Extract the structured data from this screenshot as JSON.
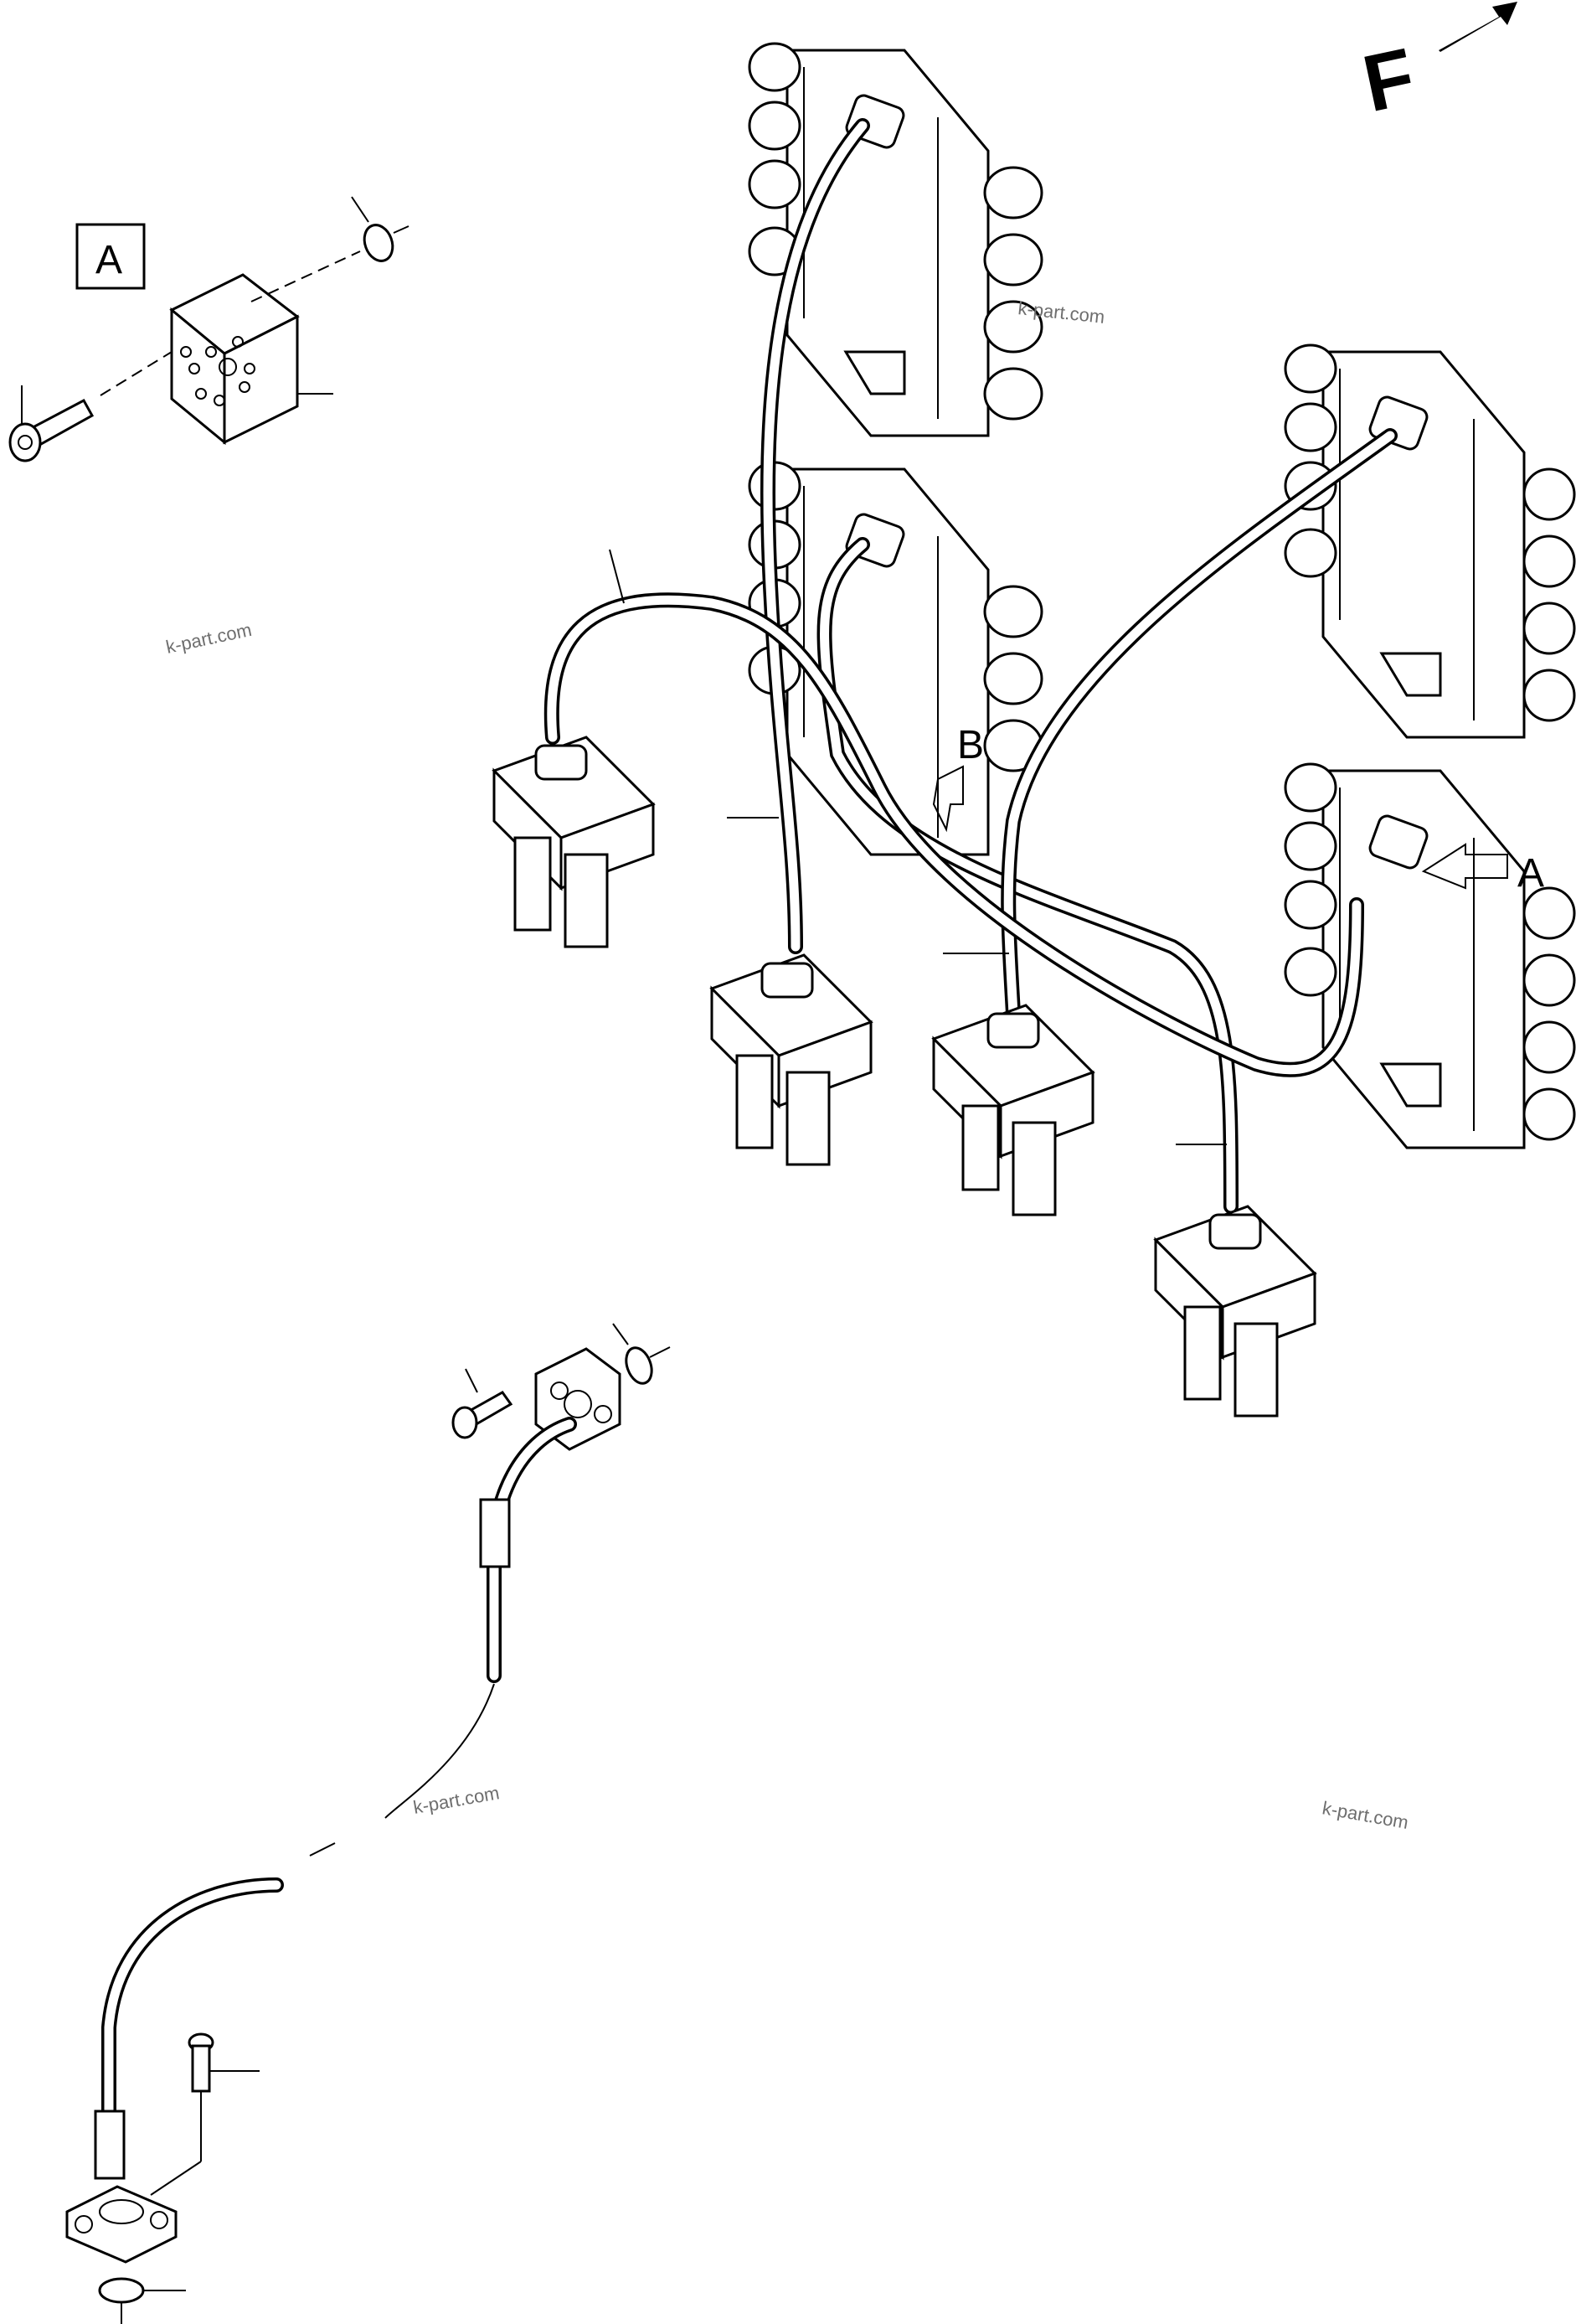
{
  "labels": {
    "detail_a": "A",
    "view_a": "A",
    "view_b": "B",
    "direction": "F"
  },
  "watermarks": [
    "k-part.com",
    "k-part.com",
    "k-part.com",
    "k-part.com"
  ],
  "icons": {
    "front_arrow": "arrow-right-up-icon"
  },
  "colors": {
    "ink": "#000000",
    "watermark": "#6e6e6e",
    "background": "#ffffff"
  }
}
